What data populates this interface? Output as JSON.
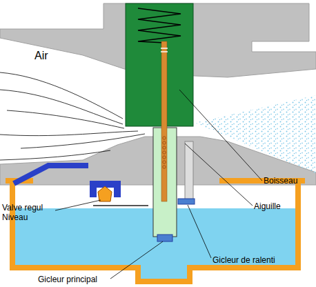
{
  "diagram": {
    "labels": [
      "Air",
      "Boisseau",
      "Aiguille",
      "Valve regul Niveau",
      "Gicleur de ralenti",
      "Gicleur principal"
    ]
  }
}
